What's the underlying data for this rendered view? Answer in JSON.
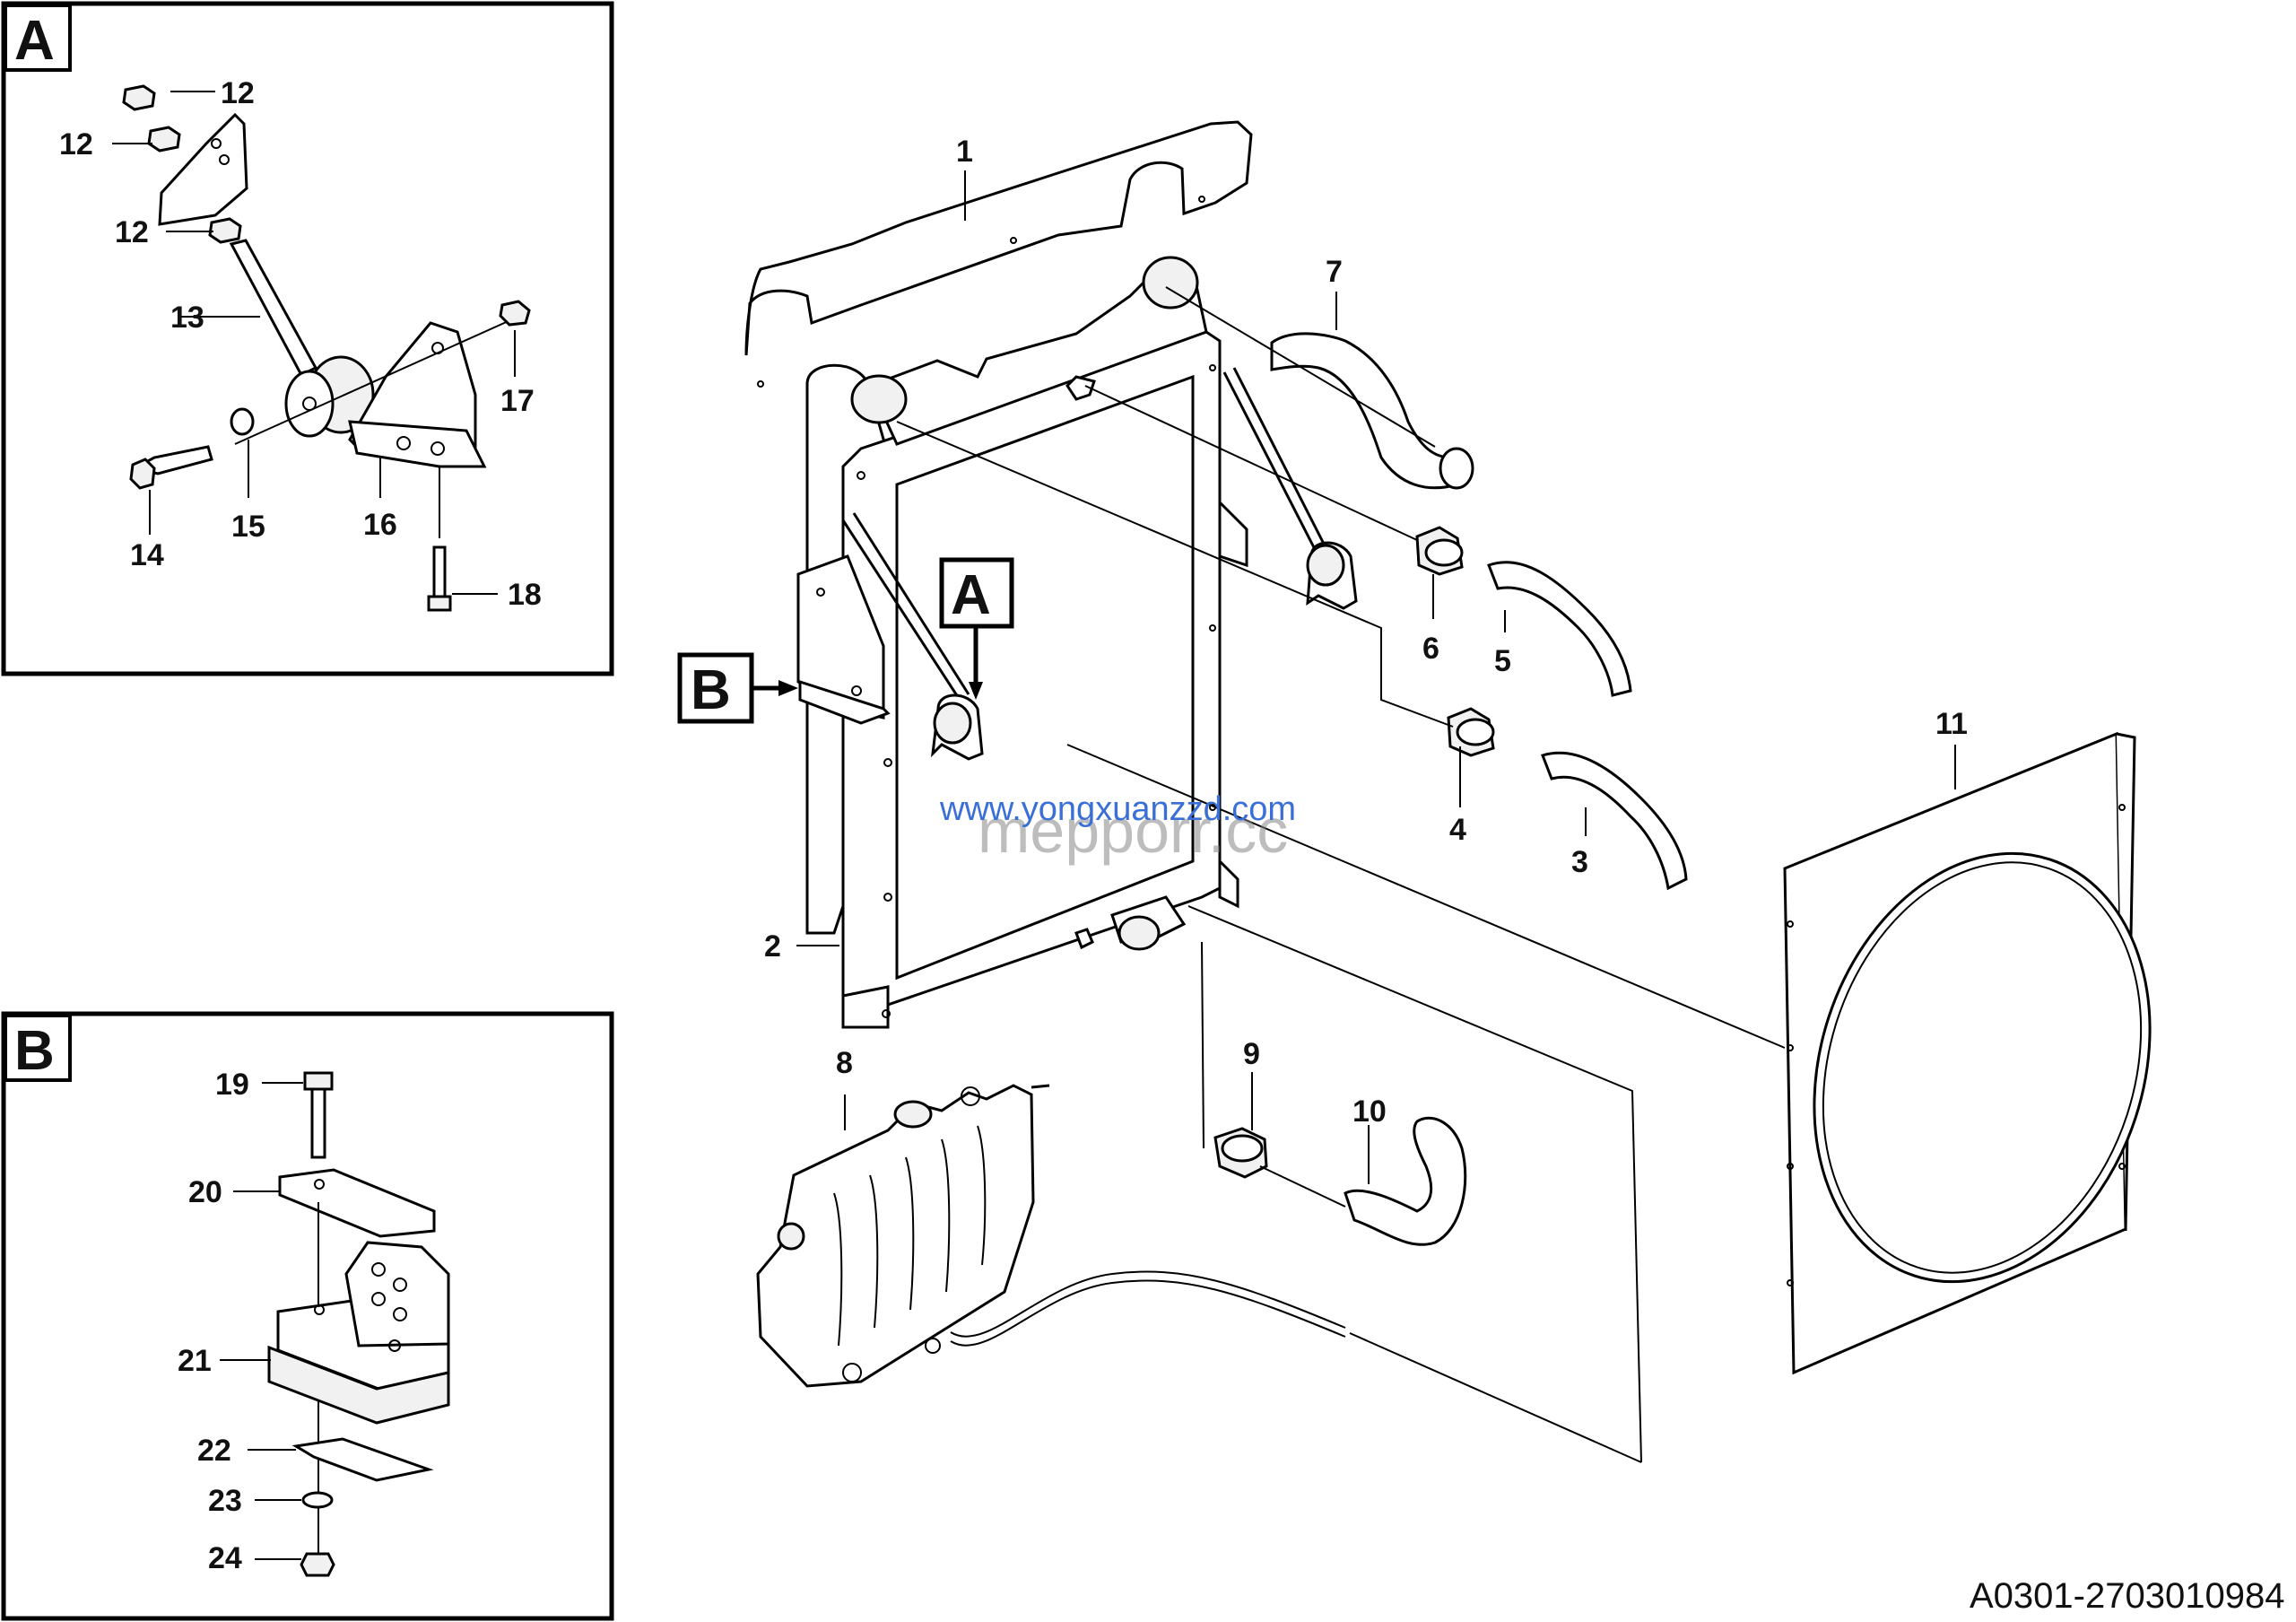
{
  "detail_boxes": {
    "A": {
      "label": "A"
    },
    "B": {
      "label": "B"
    }
  },
  "callouts": {
    "A": "A",
    "B": "B"
  },
  "parts": {
    "p1": "1",
    "p2": "2",
    "p3": "3",
    "p4": "4",
    "p5": "5",
    "p6": "6",
    "p7": "7",
    "p8": "8",
    "p9": "9",
    "p10": "10",
    "p11": "11",
    "p12a": "12",
    "p12b": "12",
    "p12c": "12",
    "p13": "13",
    "p14": "14",
    "p15": "15",
    "p16": "16",
    "p17": "17",
    "p18": "18",
    "p19": "19",
    "p20": "20",
    "p21": "21",
    "p22": "22",
    "p23": "23",
    "p24": "24"
  },
  "watermark": {
    "url": "www.yongxuanzzd.com",
    "brand": "mepporr.cc"
  },
  "drawing_code": "A0301-2703010984"
}
